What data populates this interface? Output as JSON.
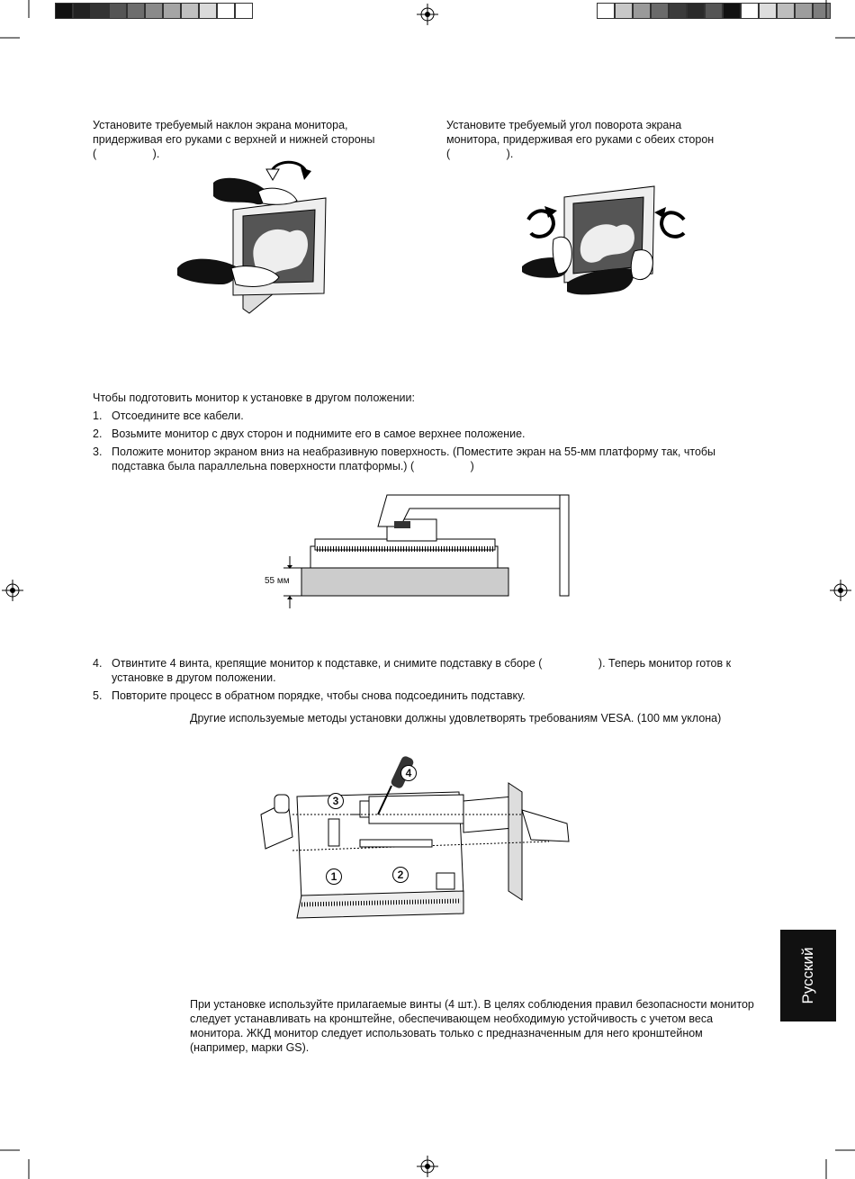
{
  "top_left_swatches": [
    "#111111",
    "#222222",
    "#333333",
    "#555555",
    "#6d6d6d",
    "#8a8a8a",
    "#a5a5a5",
    "#c0c0c0",
    "#dadada",
    "#ffffff",
    "#ffffff"
  ],
  "top_right_swatches": [
    "#ffffff",
    "#c8c8c8",
    "#9a9a9a",
    "#6a6a6a",
    "#3b3b3b",
    "#2a2a2a",
    "#555555",
    "#111111",
    "#ffffff",
    "#dddddd",
    "#bdbdbd",
    "#9d9d9d",
    "#7d7d7d"
  ],
  "tilt": {
    "text_line1": "Установите требуемый наклон экрана монитора,",
    "text_line2": "придерживая его руками с верхней и нижней стороны",
    "text_line3": "(                  )."
  },
  "swivel": {
    "text_line1": "Установите требуемый угол поворота экрана",
    "text_line2": "монитора, придерживая его руками с обеих сторон",
    "text_line3": "(                  )."
  },
  "prep": {
    "intro": "Чтобы подготовить монитор к установке в другом положении:",
    "steps": [
      {
        "num": "1.",
        "text": "Отсоедините все кабели."
      },
      {
        "num": "2.",
        "text": "Возьмите монитор с двух сторон и поднимите его в самое верхнее положение."
      },
      {
        "num": "3.",
        "text": "Положите монитор экраном вниз на неабразивную поверхность. (Поместите экран на 55-мм платформу так, чтобы подставка была параллельна поверхности платформы.) (                  )"
      }
    ]
  },
  "platform_label": "55 мм",
  "prep2": {
    "steps": [
      {
        "num": "4.",
        "text": "Отвинтите 4 винта, крепящие монитор к подставке, и снимите подставку в сборе (                  ). Теперь монитор готов к установке в другом положении."
      },
      {
        "num": "5.",
        "text": "Повторите процесс в обратном порядке, чтобы снова подсоединить подставку."
      }
    ]
  },
  "vesa_note": "Другие используемые методы установки должны удовлетворять требованиям VESA. (100 мм уклона)",
  "callouts": {
    "c1": "1",
    "c2": "2",
    "c3": "3",
    "c4": "4"
  },
  "screws_note": "При установке используйте прилагаемые винты (4 шт.). В целях соблюдения правил безопасности монитор следует устанавливать на кронштейне, обеспечивающем необходимую устойчивость с учетом веса монитора. ЖКД монитор следует использовать только с предназначенным для него кронштейном (например, марки GS).",
  "language_tab": "Русский"
}
